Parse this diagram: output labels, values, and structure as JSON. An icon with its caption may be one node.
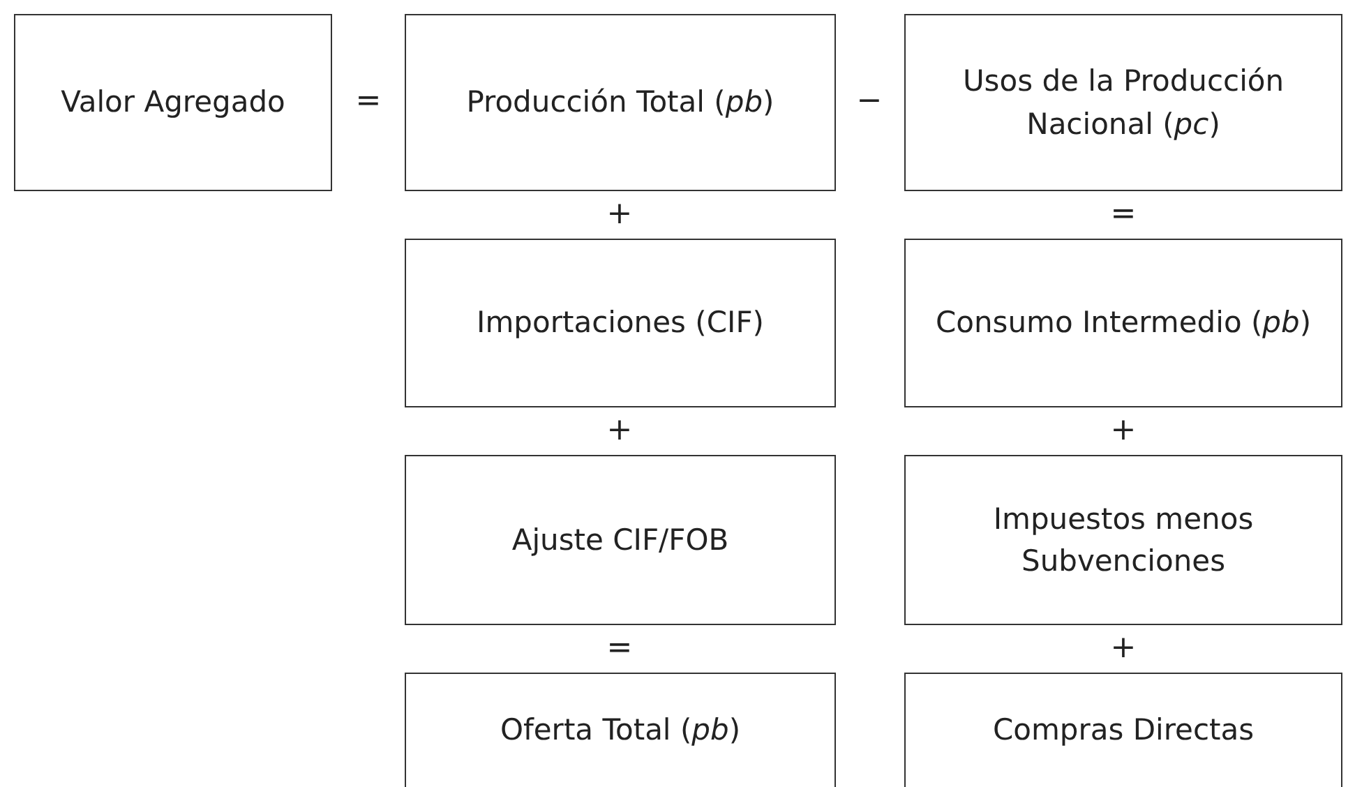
{
  "diagram": {
    "nodes": [
      {
        "text": [
          "Valor Agregado"
        ]
      },
      {
        "text": [
          "Producción Total (*pb*)"
        ]
      },
      {
        "text": [
          "Usos de la Producción Nacional (*pc*)"
        ]
      },
      {
        "text": [
          "Importaciones (CIF)"
        ]
      },
      {
        "text": [
          "Consumo Intermedio (*pb*)"
        ]
      },
      {
        "text": [
          "Ajuste CIF/FOB"
        ]
      },
      {
        "text": [
          "Impuestos menos Subvenciones"
        ]
      },
      {
        "text": [
          "Oferta Total (*pb*)"
        ]
      },
      {
        "text": [
          "Compras Directas"
        ]
      }
    ],
    "labels": [
      "=",
      "−",
      "+",
      "=",
      "+",
      "+",
      "=",
      "+"
    ]
  }
}
